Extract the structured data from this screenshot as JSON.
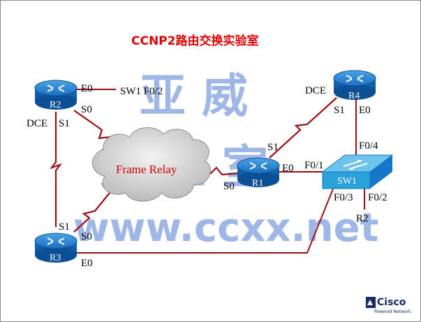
{
  "title": "CCNP2路由交换实验室",
  "watermark": {
    "line1": "亚  威",
    "line2": "实 验 室",
    "url": "www.ccxx.net"
  },
  "cloud_label": "Frame Relay",
  "devices": {
    "r1": "R1",
    "r2": "R2",
    "r3": "R3",
    "r4": "R4",
    "sw1": "SW1"
  },
  "labels": {
    "r2_e0": "E0",
    "r2_s0": "S0",
    "r2_sw1f02": "SW1 F0/2",
    "r2_dce": "DCE",
    "r2_s1": "S1",
    "r3_s1": "S1",
    "r3_s0": "S0",
    "r3_e0": "E0",
    "r1_s1": "S1",
    "r1_e0": "E0",
    "r1_s0": "S0",
    "r4_dce": "DCE",
    "r4_s1": "S1",
    "r4_e0": "E0",
    "sw1_f04": "F0/4",
    "sw1_f01": "F0/1",
    "sw1_f03": "F0/3",
    "sw1_f02": "F0/2",
    "r2_below_sw": "R2"
  },
  "logo": {
    "brand": "Cisco",
    "tagline": "Powered Network."
  },
  "colors": {
    "link": "#9b0e16",
    "router": "#1677c8",
    "switch": "#2aa1d8",
    "cloud": "#cfcfcf",
    "title": "#e00000"
  }
}
